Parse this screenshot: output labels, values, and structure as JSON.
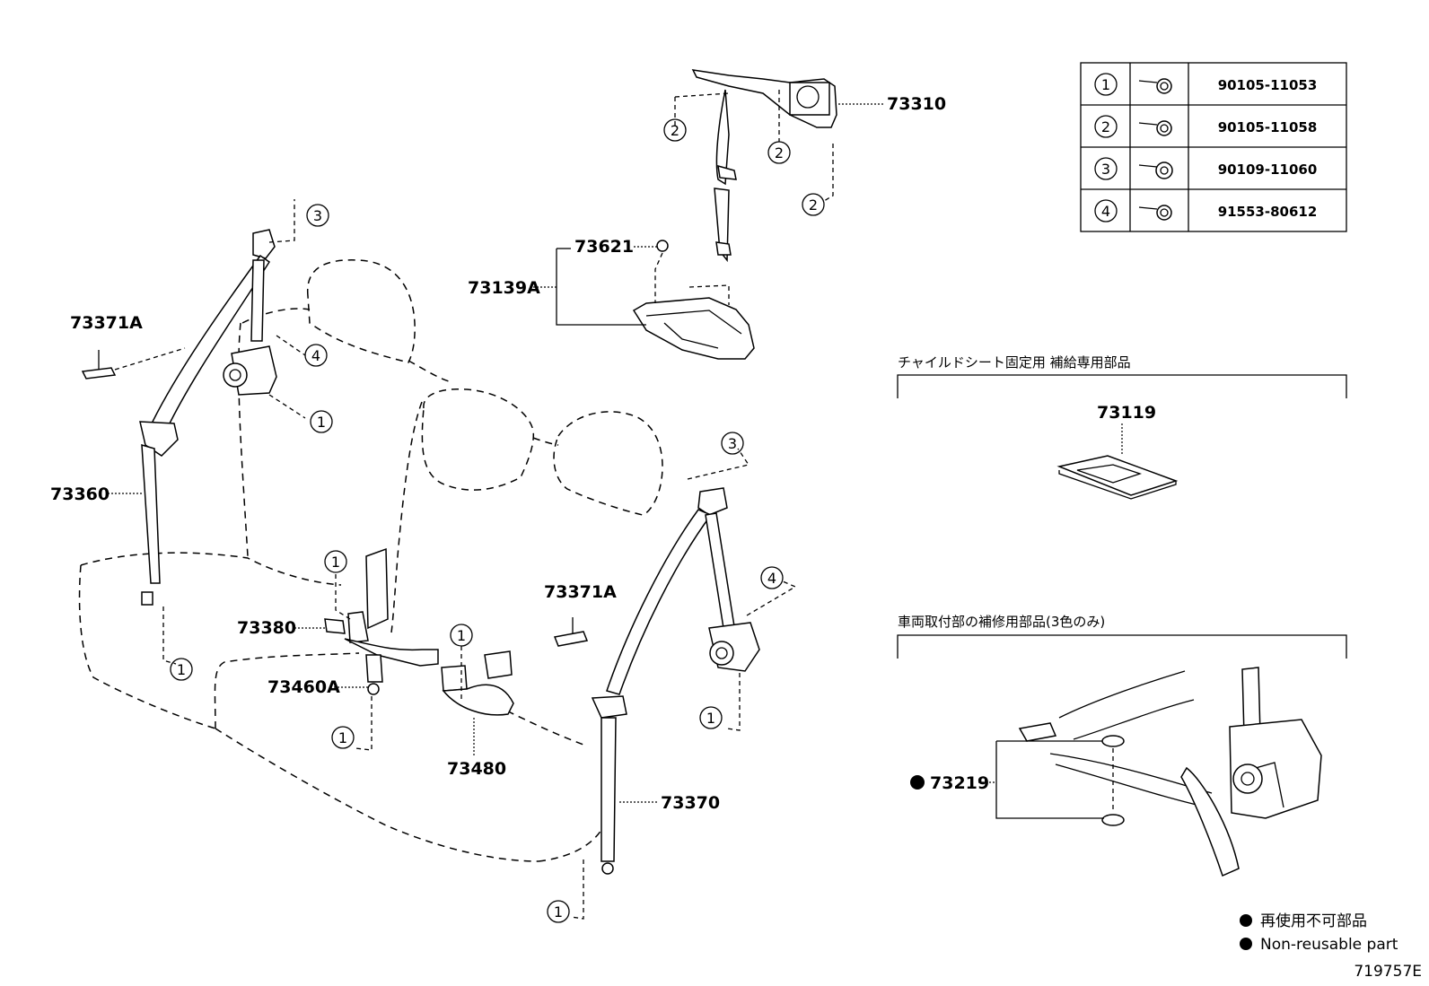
{
  "labels": {
    "l73310": "73310",
    "l73621": "73621",
    "l73139A": "73139A",
    "l73371A_left": "73371A",
    "l73360": "73360",
    "l73380": "73380",
    "l73460A": "73460A",
    "l73480": "73480",
    "l73371A_mid": "73371A",
    "l73370": "73370",
    "l73119": "73119",
    "l73219": "73219"
  },
  "circle_refs": {
    "one": "1",
    "two": "2",
    "three": "3",
    "four": "4"
  },
  "bolt_table": {
    "rows": [
      {
        "ref": "1",
        "part": "90105-11053"
      },
      {
        "ref": "2",
        "part": "90105-11058"
      },
      {
        "ref": "3",
        "part": "90109-11060"
      },
      {
        "ref": "4",
        "part": "91553-80612"
      }
    ]
  },
  "sections": {
    "child_seat_title": "チャイルドシート固定用 補給専用部品",
    "body_mount_title": "車両取付部の補修用部品(3色のみ)"
  },
  "legend": {
    "jp": "再使用不可部品",
    "en": "Non-reusable part"
  },
  "figure_id": "719757E"
}
